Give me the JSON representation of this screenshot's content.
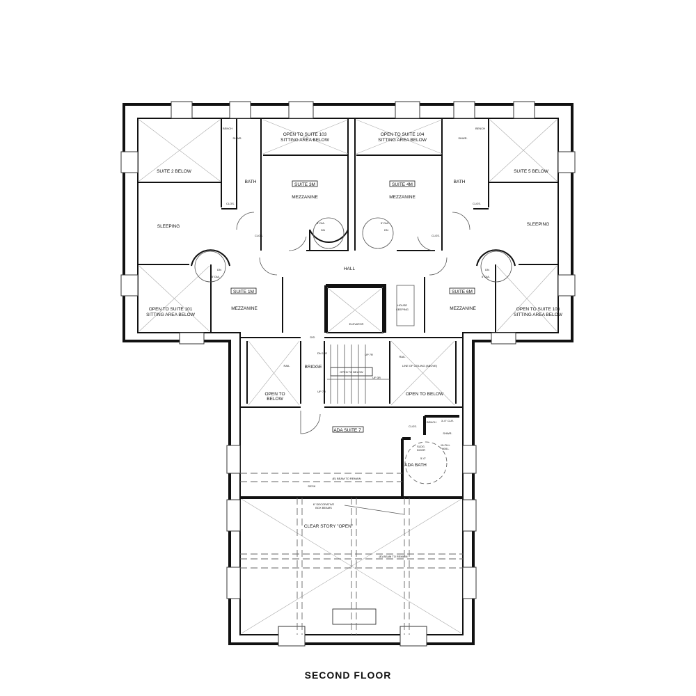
{
  "title": "SECOND FLOOR",
  "rooms": {
    "suite2_below": "SUITE 2 BELOW",
    "suite5_below": "SUITE 5 BELOW",
    "open103_l1": "OPEN TO SUITE 103",
    "open103_l2": "SITTING AREA BELOW",
    "open104_l1": "OPEN TO SUITE 104",
    "open104_l2": "SITTING AREA BELOW",
    "bath_left": "BATH",
    "bath_right": "BATH",
    "suite3m": "SUITE 3M",
    "suite4m": "SUITE 4M",
    "mezz_3m": "MEZZANINE",
    "mezz_4m": "MEZZANINE",
    "sleeping_left": "SLEEPING",
    "sleeping_right": "SLEEPING",
    "hall": "HALL",
    "suite1m": "SUITE 1M",
    "suite6m": "SUITE 6M",
    "mezz_1m": "MEZZANINE",
    "mezz_6m": "MEZZANINE",
    "open101_l1": "OPEN TO SUITE 101",
    "open101_l2": "SITTING AREA BELOW",
    "open106_l1": "OPEN TO SUITE 106",
    "open106_l2": "SITTING AREA BELOW",
    "elevator": "ELEVATOR",
    "housekeeping_l1": "HOUSE",
    "housekeeping_l2": "KEEPING",
    "bridge": "BRIDGE",
    "open_below_left_l1": "OPEN TO",
    "open_below_left_l2": "BELOW",
    "open_below_right": "OPEN TO BELOW",
    "stair_open_below": "OPEN TO BELOW",
    "ada_suite": "ADA SUITE 7",
    "ada_bath": "ADA BATH",
    "clear_story": "CLEAR STORY \"OPEN\""
  },
  "notes": {
    "shwr": "SHWR.",
    "bench": "BENCH",
    "clos": "CLOS.",
    "dia": "5' DIA.",
    "dn": "DN",
    "dd": "D/D",
    "rail": "RAIL",
    "dn18r": "DN 18R",
    "up7r": "UP 7R",
    "up3r": "UP 3R",
    "line_ceiling": "LINE OF CEILING (ABOVE)",
    "clr": "3'-0\" CLR.",
    "sldg_door_l1": "SLDG.",
    "sldg_door_l2": "DOOR",
    "infill_l1": "IN-FILL",
    "infill_l2": "WALL",
    "turn": "5'-0\"",
    "beam_remain": "(E) BEAM TO REMAIN",
    "desk": "DESK",
    "box_beams_l1": "6\" DECORATIVE",
    "box_beams_l2": "BOX BEAMS"
  }
}
